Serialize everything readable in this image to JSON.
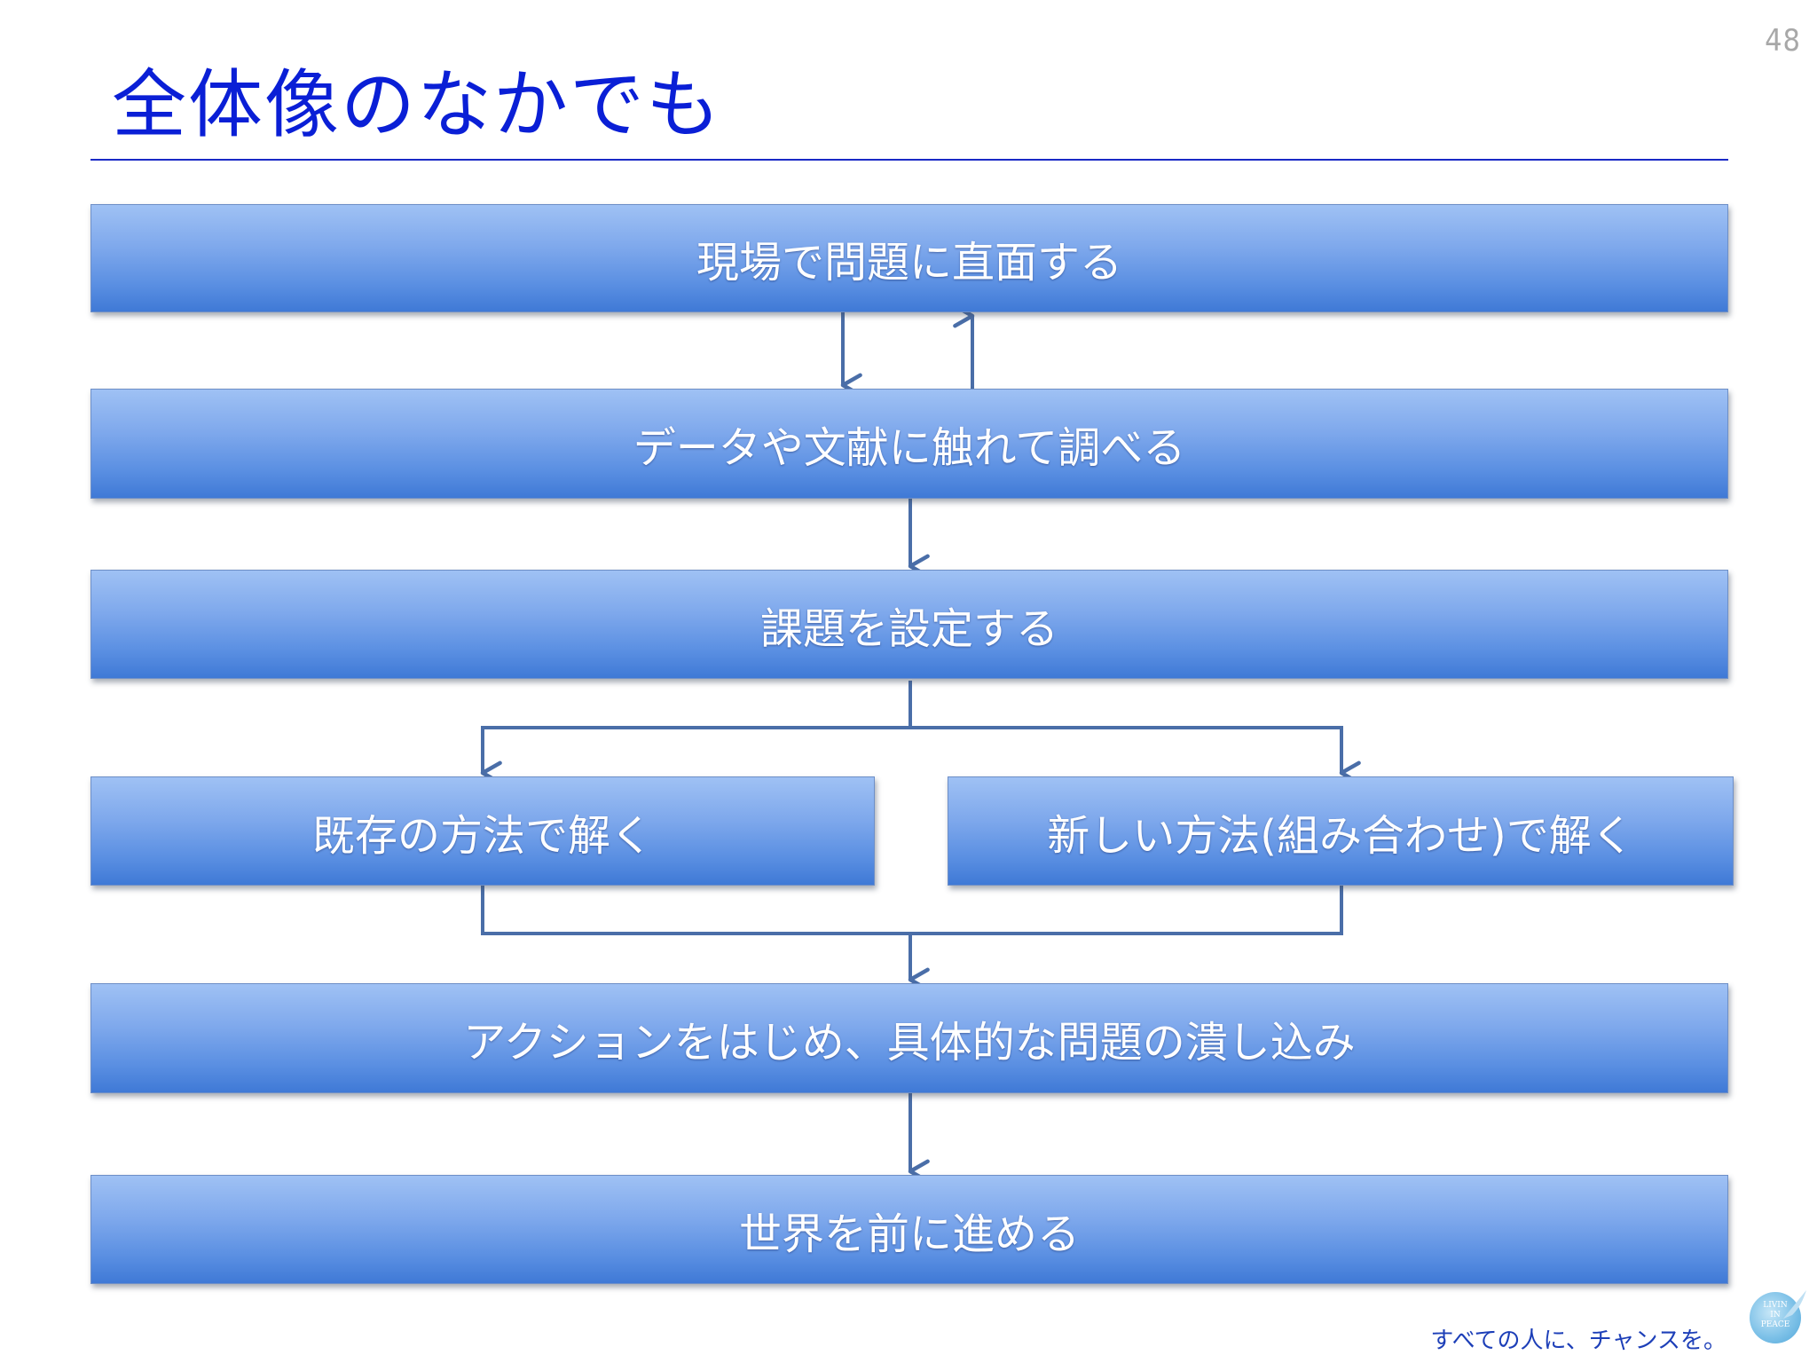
{
  "slide": {
    "page_number": "48",
    "title": "全体像のなかでも",
    "tagline": "すべての人に、チャンスを。",
    "logo_text": [
      "LIVIN",
      "IN",
      "PEACE"
    ]
  },
  "flow": {
    "step1": "現場で問題に直面する",
    "step2": "データや文献に触れて調べる",
    "step3": "課題を設定する",
    "step4a": "既存の方法で解く",
    "step4b": "新しい方法(組み合わせ)で解く",
    "step5": "アクションをはじめ、具体的な問題の潰し込み",
    "step6": "世界を前に進める"
  },
  "colors": {
    "title": "#0a1fd6",
    "box_top": "#9fc1f4",
    "box_bottom": "#3f79d6",
    "connector": "#4a6ea8",
    "tagline": "#1d3fb8"
  }
}
